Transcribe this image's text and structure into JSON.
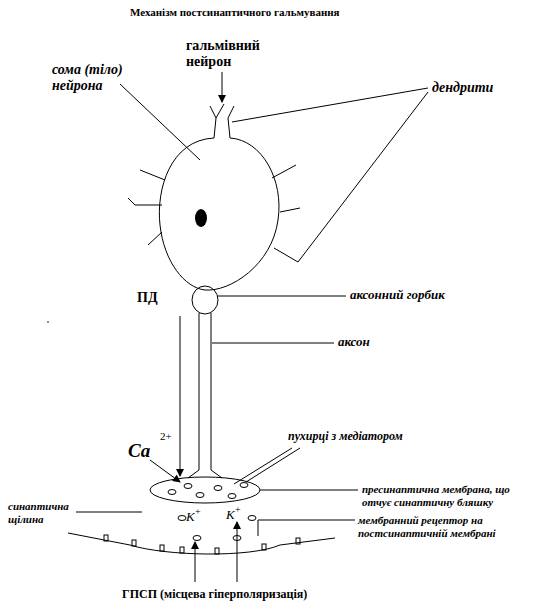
{
  "diagram": {
    "title": "Механізм постсинаптичного гальмування",
    "labels": [
      "гальмівний нейрон",
      "сома (тіло) нейрона",
      "дендрити",
      "ПД",
      "аксонний горбик",
      "аксон",
      "Ca",
      "2+",
      "пухирці з медіатором",
      "пресинаптична мембрана, що отчує синаптичну бляшку",
      "синаптична щілина",
      "мембранний рецептор на постсинаптичній мембрані",
      "K",
      "+",
      "K",
      "+",
      "ГПСП (місцева гіперполяризація)"
    ]
  }
}
